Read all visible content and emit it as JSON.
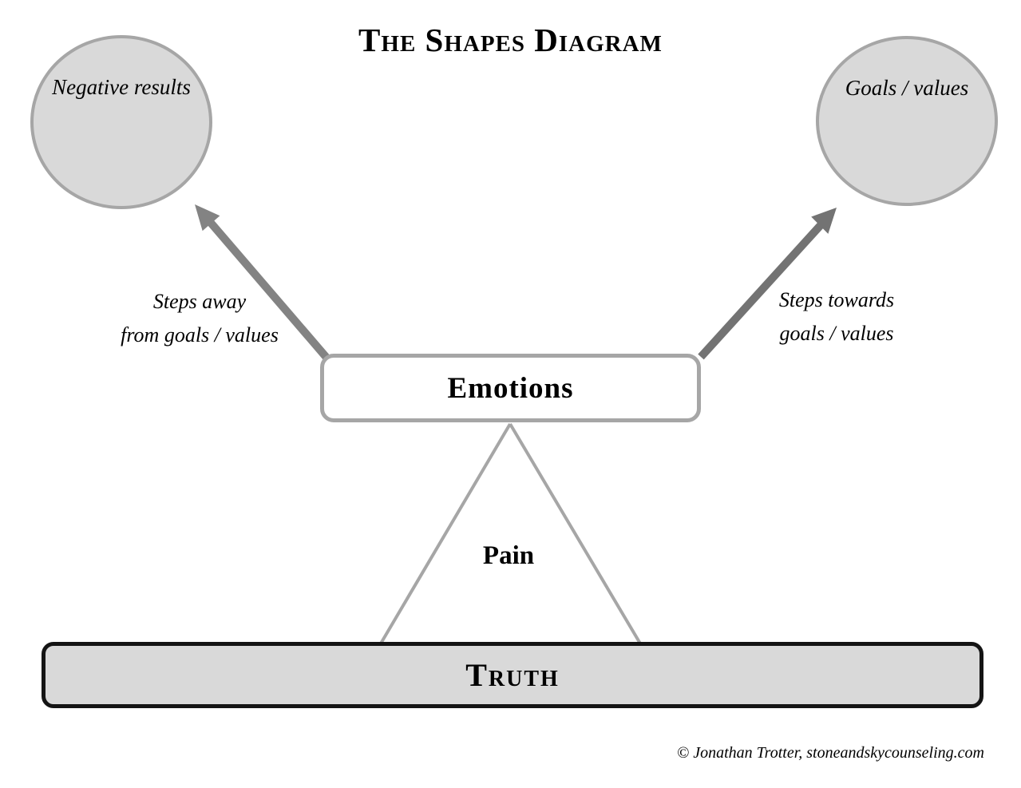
{
  "title": "The Shapes Diagram",
  "left_circle": {
    "label": "Negative results"
  },
  "right_circle": {
    "label": "Goals / values"
  },
  "left_arrow": {
    "label_line1": "Steps away",
    "label_line2": "from goals / values"
  },
  "right_arrow": {
    "label_line1": "Steps towards",
    "label_line2": "goals / values"
  },
  "emotions": {
    "label": "Emotions"
  },
  "pain": {
    "label": "Pain"
  },
  "truth": {
    "label": "Truth"
  },
  "footer": {
    "credit": "© Jonathan Trotter, stoneandskycounseling.com"
  },
  "colors": {
    "circle_fill": "#d9d9d9",
    "circle_border": "#a6a6a6",
    "box_border": "#a6a6a6",
    "triangle_line": "#a6a6a6",
    "arrow_left": "#838383",
    "arrow_right": "#737373",
    "truth_fill": "#d9d9d9",
    "truth_border": "#141414",
    "text": "#000000"
  }
}
